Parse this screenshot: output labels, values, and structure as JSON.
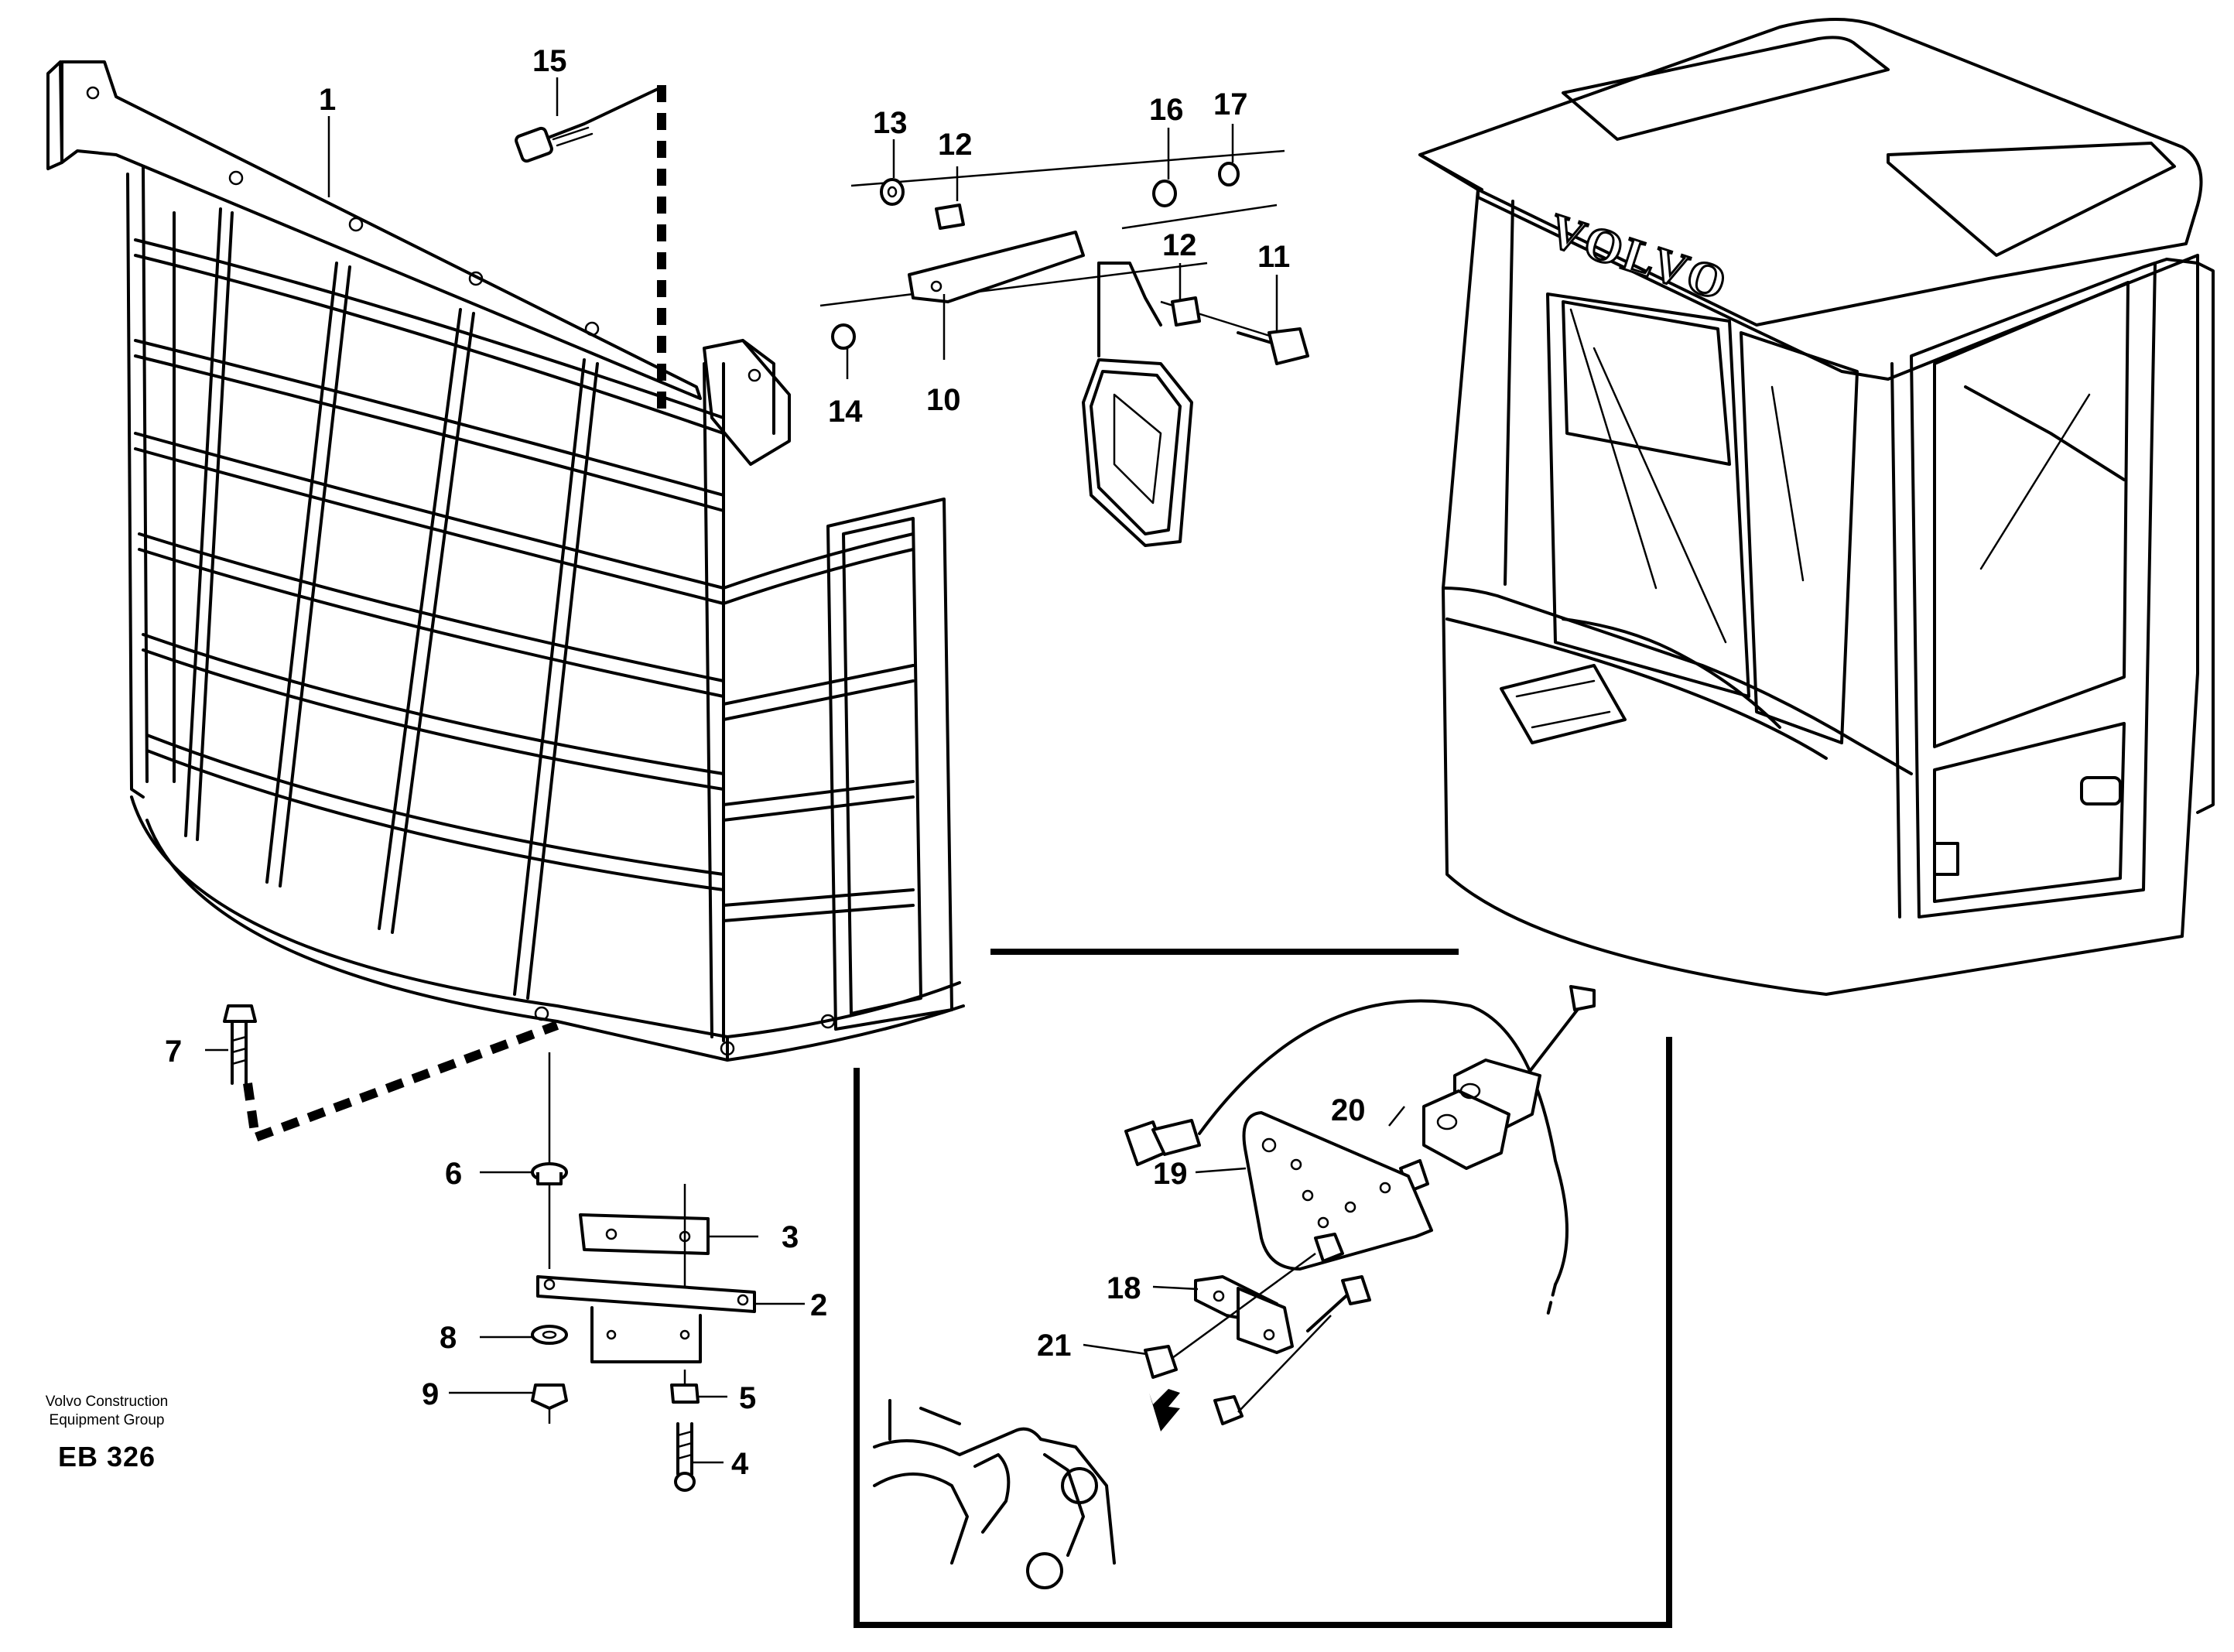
{
  "callouts": [
    {
      "id": "1",
      "label": "1"
    },
    {
      "id": "2",
      "label": "2"
    },
    {
      "id": "3",
      "label": "3"
    },
    {
      "id": "4",
      "label": "4"
    },
    {
      "id": "5",
      "label": "5"
    },
    {
      "id": "6",
      "label": "6"
    },
    {
      "id": "7",
      "label": "7"
    },
    {
      "id": "8",
      "label": "8"
    },
    {
      "id": "9",
      "label": "9"
    },
    {
      "id": "10",
      "label": "10"
    },
    {
      "id": "11",
      "label": "11"
    },
    {
      "id": "12a",
      "label": "12"
    },
    {
      "id": "12b",
      "label": "12"
    },
    {
      "id": "13",
      "label": "13"
    },
    {
      "id": "14",
      "label": "14"
    },
    {
      "id": "15",
      "label": "15"
    },
    {
      "id": "16",
      "label": "16"
    },
    {
      "id": "17",
      "label": "17"
    },
    {
      "id": "18",
      "label": "18"
    },
    {
      "id": "19",
      "label": "19"
    },
    {
      "id": "20",
      "label": "20"
    },
    {
      "id": "21",
      "label": "21"
    }
  ],
  "cab_logo": "VOLVO",
  "footer": {
    "line1": "Volvo Construction",
    "line2": "Equipment Group",
    "code": "EB 326"
  }
}
